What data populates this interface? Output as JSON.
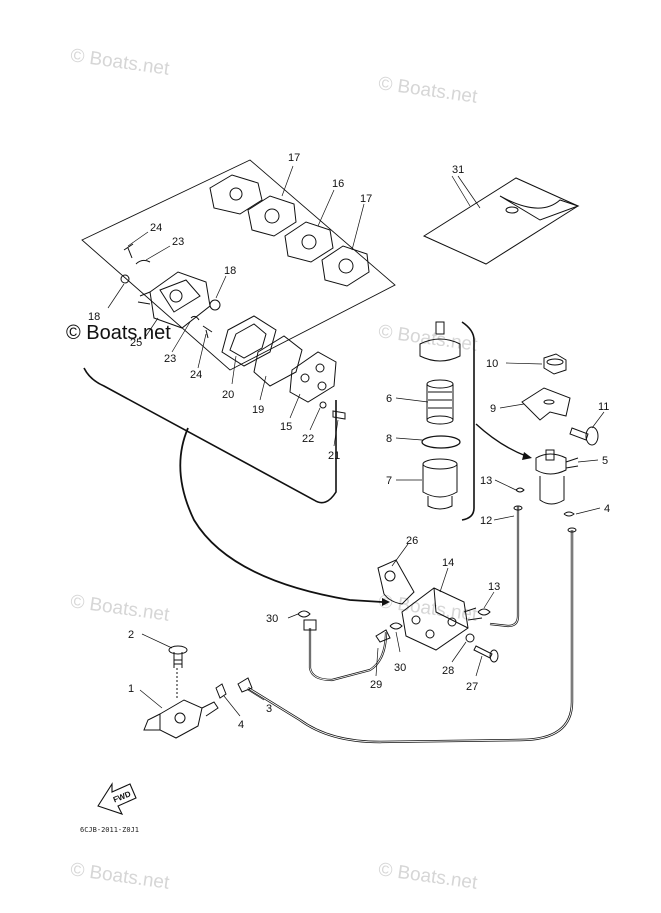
{
  "watermarks": [
    {
      "text": "© Boats.net"
    },
    {
      "text": "© Boats.net"
    },
    {
      "text": "© Boats.net"
    },
    {
      "text": "© Boats.net"
    },
    {
      "text": "© Boats.net"
    },
    {
      "text": "© Boats.net"
    },
    {
      "text": "© Boats.net"
    }
  ],
  "main_watermark": "© Boats.net",
  "callouts": {
    "p1": "1",
    "p2": "2",
    "p3": "3",
    "p4a": "4",
    "p4b": "4",
    "p5": "5",
    "p6": "6",
    "p7": "7",
    "p8": "8",
    "p9": "9",
    "p10": "10",
    "p11": "11",
    "p12": "12",
    "p13a": "13",
    "p13b": "13",
    "p14": "14",
    "p15": "15",
    "p16": "16",
    "p17a": "17",
    "p17b": "17",
    "p18a": "18",
    "p18b": "18",
    "p19": "19",
    "p20": "20",
    "p21": "21",
    "p22": "22",
    "p23a": "23",
    "p23b": "23",
    "p24a": "24",
    "p24b": "24",
    "p25": "25",
    "p26": "26",
    "p27": "27",
    "p28": "28",
    "p29": "29",
    "p30a": "30",
    "p30b": "30",
    "p31": "31"
  },
  "fwd_label": "FWD",
  "footer_code": "6CJB-2011-Z0J1",
  "icons": {
    "fwd_arrow": "fwd-arrow-icon"
  }
}
